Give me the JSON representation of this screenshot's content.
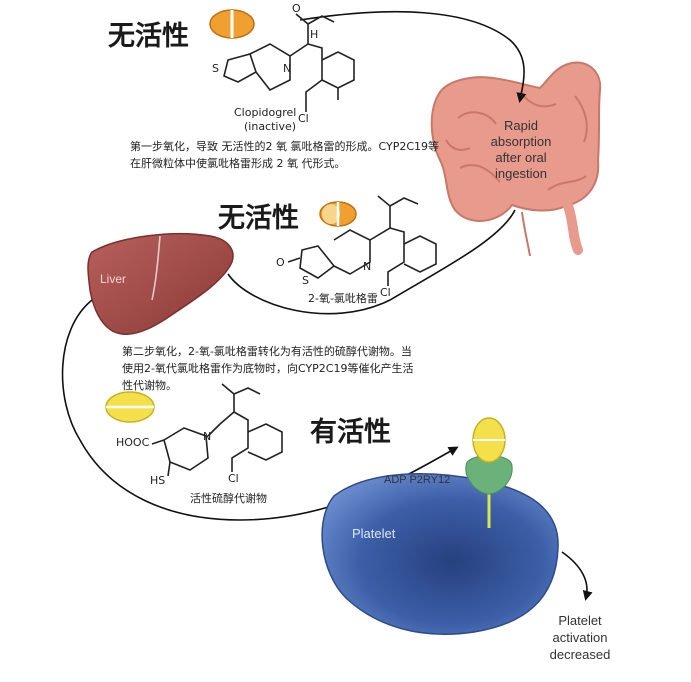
{
  "labels": {
    "inactive_1": "无活性",
    "inactive_2": "无活性",
    "active": "有活性"
  },
  "molecules": {
    "clopidogrel_name": "Clopidogrel",
    "clopidogrel_state": "(inactive)",
    "intermediate_name": "2-氧-氯吡格雷",
    "metabolite_name": "活性硫醇代谢物",
    "atom_n": "N",
    "atom_s": "S",
    "atom_h": "H",
    "atom_cl": "Cl",
    "atom_o": "O",
    "group_hooc": "HOOC",
    "group_hs": "HS"
  },
  "notes": {
    "step1": "第一步氧化，导致 无活性的2 氧 氯吡格雷的形成。CYP2C19等 在肝微粒体中使氯吡格雷形成 2 氧 代形式。",
    "step2": "第二步氧化，2-氧-氯吡格雷转化为有活性的硫醇代谢物。当使用2-氧代氯吡格雷作为底物时，向CYP2C19等催化产生活性代谢物。"
  },
  "organs": {
    "intestine_line1": "Rapid",
    "intestine_line2": "absorption",
    "intestine_line3": "after oral",
    "intestine_line4": "ingestion",
    "liver": "Liver",
    "platelet": "Platelet",
    "receptor": "ADP P2RY12",
    "outcome_line1": "Platelet",
    "outcome_line2": "activation",
    "outcome_line3": "decreased"
  },
  "colors": {
    "pill_orange": "#f0a030",
    "pill_yellow": "#f4e04a",
    "liver": "#a04a48",
    "intestine": "#e89a8c",
    "platelet": "#3c5fa8",
    "receptor": "#6ab27a"
  }
}
